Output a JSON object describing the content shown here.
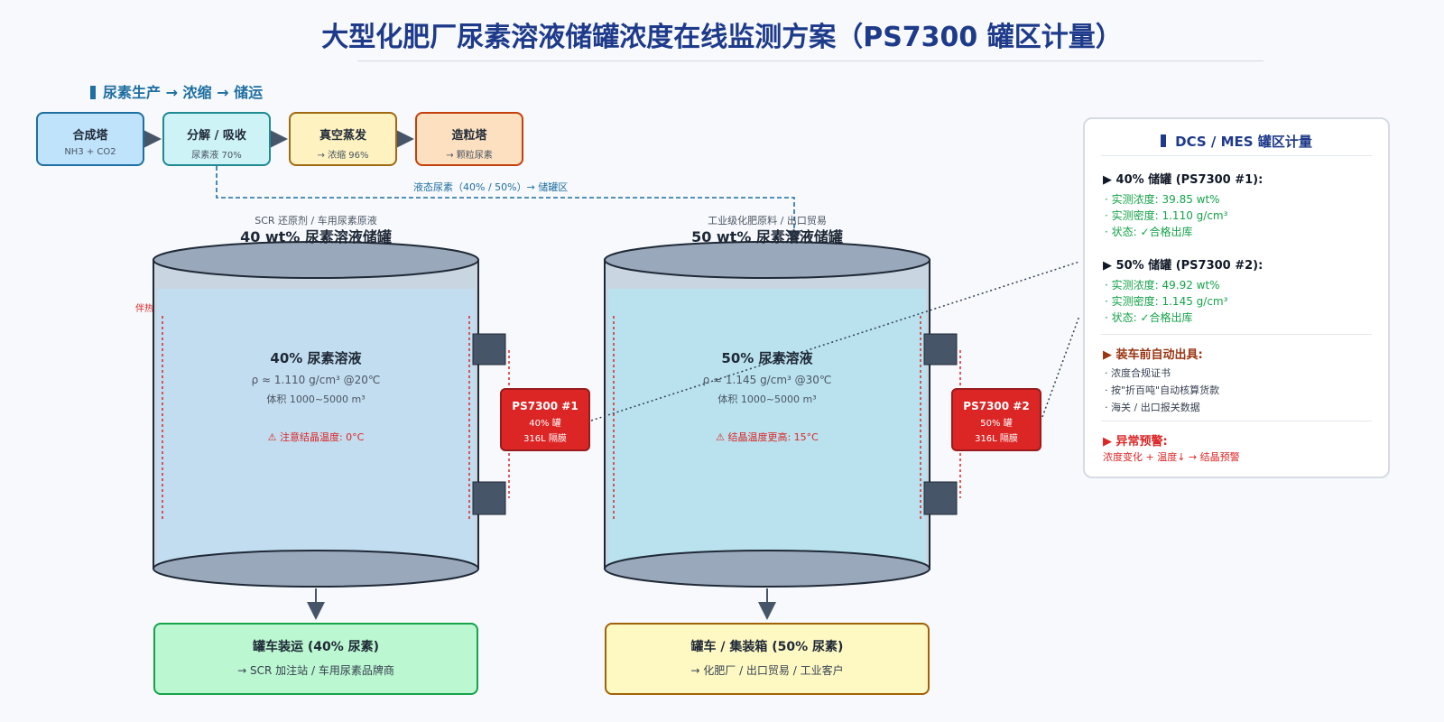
{
  "title": "大型化肥厂尿素溶液储罐浓度在线监测方案（PS7300 罐区计量）",
  "section_title": "尿素生产 → 浓缩 → 储运",
  "process": [
    {
      "name": "合成塔",
      "sub": "NH3 + CO2",
      "fill": "#bfe3fb",
      "border": "#1f6fa1"
    },
    {
      "name": "分解 / 吸收",
      "sub": "尿素液 70%",
      "fill": "#cdf3f7",
      "border": "#1f8a92"
    },
    {
      "name": "真空蒸发",
      "sub": "→ 浓缩 96%",
      "fill": "#fdf2c0",
      "border": "#a06a12"
    },
    {
      "name": "造粒塔",
      "sub": "→ 颗粒尿素",
      "fill": "#fde0bf",
      "border": "#c2410c"
    }
  ],
  "transfer_label": "液态尿素（40% / 50%）→ 储罐区",
  "heat_trace_label": "伴热",
  "tanks": [
    {
      "sub_label": "SCR 还原剂 / 车用尿素原液",
      "title": "40 wt% 尿素溶液储罐",
      "name": "40% 尿素溶液",
      "density": "ρ ≈ 1.110 g/cm³ @20℃",
      "volume": "体积 1000~5000 m³",
      "warning": "⚠ 注意结晶温度: 0°C"
    },
    {
      "sub_label": "工业级化肥原料 / 出口贸易",
      "title": "50 wt% 尿素溶液储罐",
      "name": "50% 尿素溶液",
      "density": "ρ ≈ 1.145 g/cm³ @30℃",
      "volume": "体积 1000~5000 m³",
      "warning": "⚠ 结晶温度更高: 15°C"
    }
  ],
  "sensors": [
    {
      "name": "PS7300 #1",
      "tank": "40% 罐",
      "membrane": "316L 隔膜"
    },
    {
      "name": "PS7300 #2",
      "tank": "50% 罐",
      "membrane": "316L 隔膜"
    }
  ],
  "destinations": [
    {
      "title": "罐车装运 (40% 尿素)",
      "sub": "→ SCR 加注站 / 车用尿素品牌商",
      "fill": "#bbf7d0",
      "border": "#16a34a"
    },
    {
      "title": "罐车 / 集装箱 (50% 尿素)",
      "sub": "→ 化肥厂 / 出口贸易 / 工业客户",
      "fill": "#fef9c3",
      "border": "#a16207"
    }
  ],
  "panel": {
    "title": "DCS / MES 罐区计量",
    "t1_heading": "▶ 40% 储罐 (PS7300 #1):",
    "t1_conc": "· 实测浓度: 39.85 wt%",
    "t1_dens": "· 实测密度: 1.110 g/cm³",
    "t1_status": "· 状态: ✓合格出库",
    "t2_heading": "▶ 50% 储罐 (PS7300 #2):",
    "t2_conc": "· 实测浓度: 49.92 wt%",
    "t2_dens": "· 实测密度: 1.145 g/cm³",
    "t2_status": "· 状态: ✓合格出库",
    "auto_heading": "▶ 装车前自动出具:",
    "auto_items": [
      "· 浓度合规证书",
      "· 按\"折百吨\"自动核算货款",
      "· 海关 / 出口报关数据"
    ],
    "alarm_heading": "▶ 异常预警:",
    "alarm_text": "浓度变化 + 温度↓ → 结晶预警"
  },
  "colors": {
    "title": "#1e3a8a",
    "alarm": "#dc2626",
    "ok": "#16a34a",
    "tank_body": "#c9d5e0",
    "liquid1": "#c2ddef",
    "liquid2": "#b9e2ee"
  }
}
